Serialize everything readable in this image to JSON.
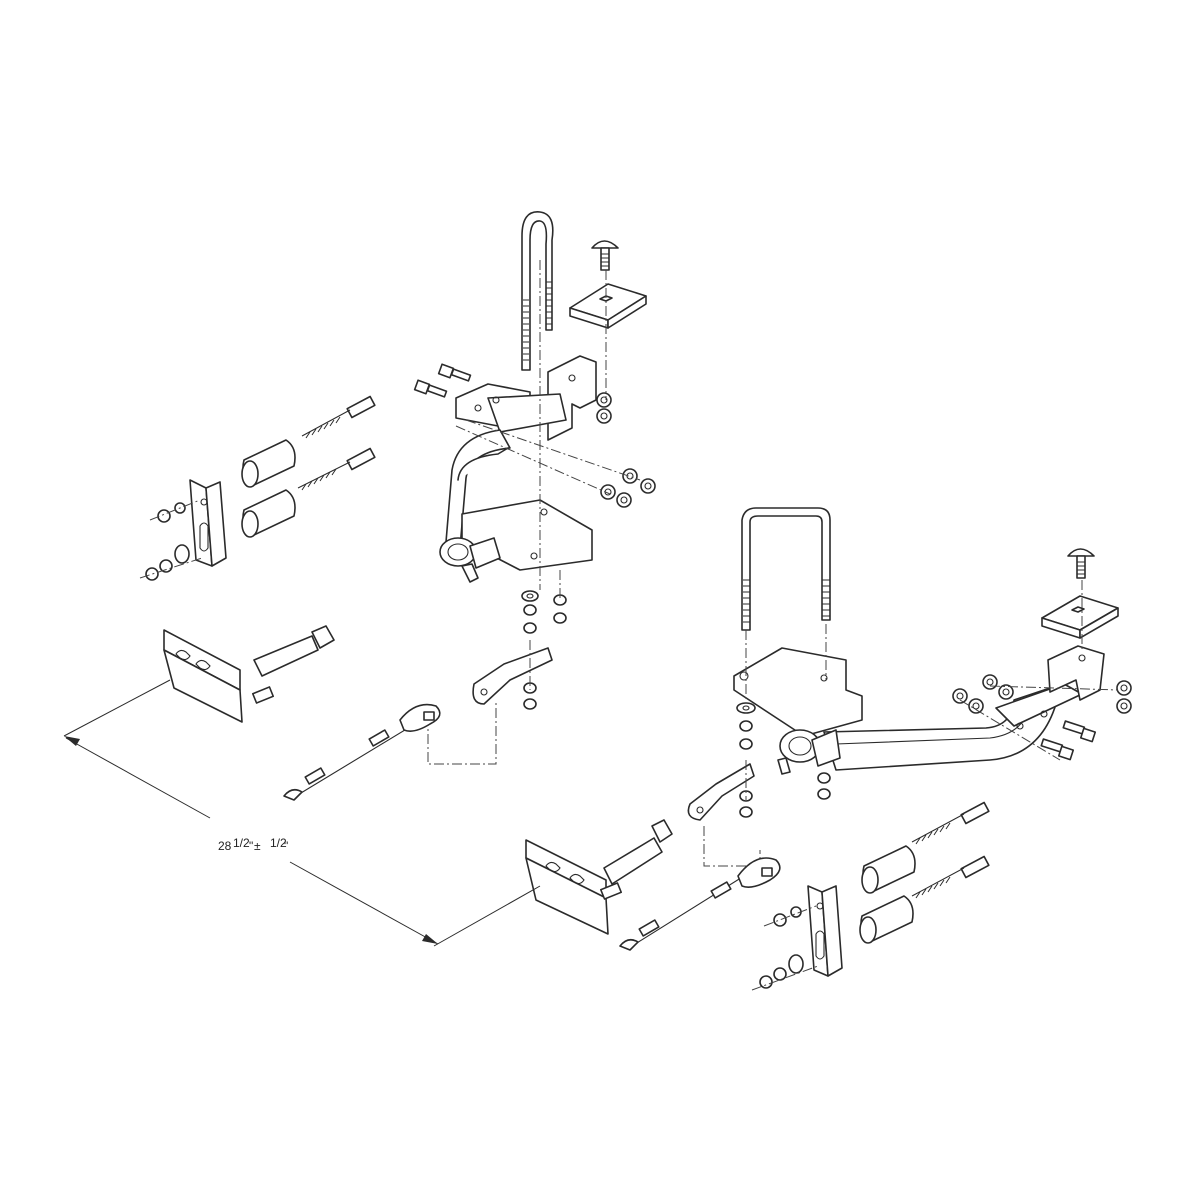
{
  "diagram": {
    "dimension": {
      "whole": "28",
      "fraction_a": "1/2",
      "inch_a": "\"",
      "tolerance": "±",
      "fraction_b": "1/2",
      "inch_b": "\""
    }
  },
  "colors": {
    "line": "#2b2b2b",
    "background": "#ffffff"
  }
}
